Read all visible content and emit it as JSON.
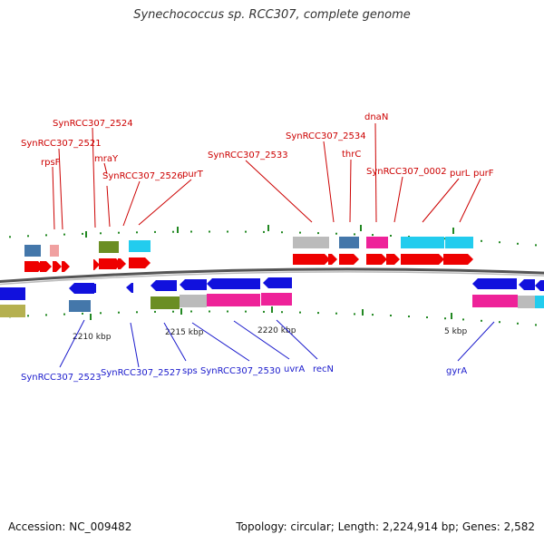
{
  "title": "Synechococcus sp. RCC307, complete genome",
  "footer": {
    "accession": "Accession: NC_009482",
    "summary": "Topology: circular; Length: 2,224,914 bp; Genes: 2,582"
  },
  "colors": {
    "label_top": "#cc0000",
    "label_bottom": "#1a1acc",
    "cds_forward": "#ee0000",
    "cds_reverse": "#1111dd",
    "backbone": "#666666",
    "tick": "#228822",
    "cog_gray": "#bbbbbb",
    "cog_steelblue": "#4477aa",
    "cog_pink": "#ee2299",
    "cog_cyan": "#22ccee",
    "cog_olive": "#6b8e23",
    "cog_khaki": "#b5b050",
    "cog_salmon": "#f0a0a0"
  },
  "scale_labels": [
    {
      "id": "2210",
      "text": "2210 kbp"
    },
    {
      "id": "2215",
      "text": "2215 kbp"
    },
    {
      "id": "2220",
      "text": "2220 kbp"
    },
    {
      "id": "5",
      "text": "5 kbp"
    }
  ],
  "top_labels": [
    {
      "id": "rpsF",
      "text": "rpsF"
    },
    {
      "id": "SynRCC307_2521",
      "text": "SynRCC307_2521"
    },
    {
      "id": "SynRCC307_2524",
      "text": "SynRCC307_2524"
    },
    {
      "id": "mraY",
      "text": "mraY"
    },
    {
      "id": "SynRCC307_2526",
      "text": "SynRCC307_2526"
    },
    {
      "id": "purT",
      "text": "purT"
    },
    {
      "id": "SynRCC307_2533",
      "text": "SynRCC307_2533"
    },
    {
      "id": "SynRCC307_2534",
      "text": "SynRCC307_2534"
    },
    {
      "id": "thrC",
      "text": "thrC"
    },
    {
      "id": "dnaN",
      "text": "dnaN"
    },
    {
      "id": "SynRCC307_0002",
      "text": "SynRCC307_0002"
    },
    {
      "id": "purL",
      "text": "purL"
    },
    {
      "id": "purF",
      "text": "purF"
    }
  ],
  "bottom_labels": [
    {
      "id": "SynRCC307_2523",
      "text": "SynRCC307_2523"
    },
    {
      "id": "SynRCC307_2527",
      "text": "SynRCC307_2527"
    },
    {
      "id": "sps",
      "text": "sps"
    },
    {
      "id": "SynRCC307_2530",
      "text": "SynRCC307_2530"
    },
    {
      "id": "uvrA",
      "text": "uvrA"
    },
    {
      "id": "recN",
      "text": "recN"
    },
    {
      "id": "gyrA",
      "text": "gyrA"
    }
  ]
}
